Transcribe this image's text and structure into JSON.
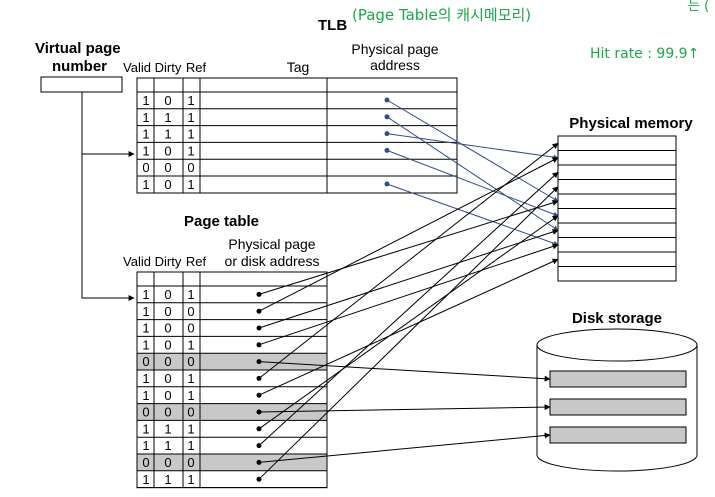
{
  "tlb": {
    "title": "TLB",
    "annotation": "(Page Table의 캐시메모리)",
    "headers": {
      "valid": "Valid",
      "dirty": "Dirty",
      "ref": "Ref",
      "tag": "Tag",
      "addr_line1": "Physical page",
      "addr_line2": "address"
    },
    "rows": [
      {
        "valid": "1",
        "dirty": "0",
        "ref": "1",
        "pointer": true
      },
      {
        "valid": "1",
        "dirty": "1",
        "ref": "1",
        "pointer": true
      },
      {
        "valid": "1",
        "dirty": "1",
        "ref": "1",
        "pointer": true
      },
      {
        "valid": "1",
        "dirty": "0",
        "ref": "1",
        "pointer": true
      },
      {
        "valid": "0",
        "dirty": "0",
        "ref": "0",
        "pointer": false
      },
      {
        "valid": "1",
        "dirty": "0",
        "ref": "1",
        "pointer": true
      }
    ]
  },
  "hit_rate": "Hit rate : 99.9↑",
  "corner_note": "는 (",
  "vpn": {
    "line1": "Virtual page",
    "line2": "number"
  },
  "page_table": {
    "title": "Page table",
    "headers": {
      "valid": "Valid",
      "dirty": "Dirty",
      "ref": "Ref",
      "addr_line1": "Physical page",
      "addr_line2": "or disk address"
    },
    "rows": [
      {
        "valid": "1",
        "dirty": "0",
        "ref": "1",
        "on_disk": false
      },
      {
        "valid": "1",
        "dirty": "0",
        "ref": "0",
        "on_disk": false
      },
      {
        "valid": "1",
        "dirty": "0",
        "ref": "0",
        "on_disk": false
      },
      {
        "valid": "1",
        "dirty": "0",
        "ref": "1",
        "on_disk": false
      },
      {
        "valid": "0",
        "dirty": "0",
        "ref": "0",
        "on_disk": true
      },
      {
        "valid": "1",
        "dirty": "0",
        "ref": "1",
        "on_disk": false
      },
      {
        "valid": "1",
        "dirty": "0",
        "ref": "1",
        "on_disk": false
      },
      {
        "valid": "0",
        "dirty": "0",
        "ref": "0",
        "on_disk": true
      },
      {
        "valid": "1",
        "dirty": "1",
        "ref": "1",
        "on_disk": false
      },
      {
        "valid": "1",
        "dirty": "1",
        "ref": "1",
        "on_disk": false
      },
      {
        "valid": "0",
        "dirty": "0",
        "ref": "0",
        "on_disk": true
      },
      {
        "valid": "1",
        "dirty": "1",
        "ref": "1",
        "on_disk": false
      }
    ]
  },
  "physical_memory": {
    "title": "Physical memory",
    "slots": 10
  },
  "disk_storage": {
    "title": "Disk storage",
    "blocks": 3
  },
  "colors": {
    "arrow": "#2f4f86",
    "shaded": "#c8c8c8",
    "handwriting": "#1aa84a"
  }
}
